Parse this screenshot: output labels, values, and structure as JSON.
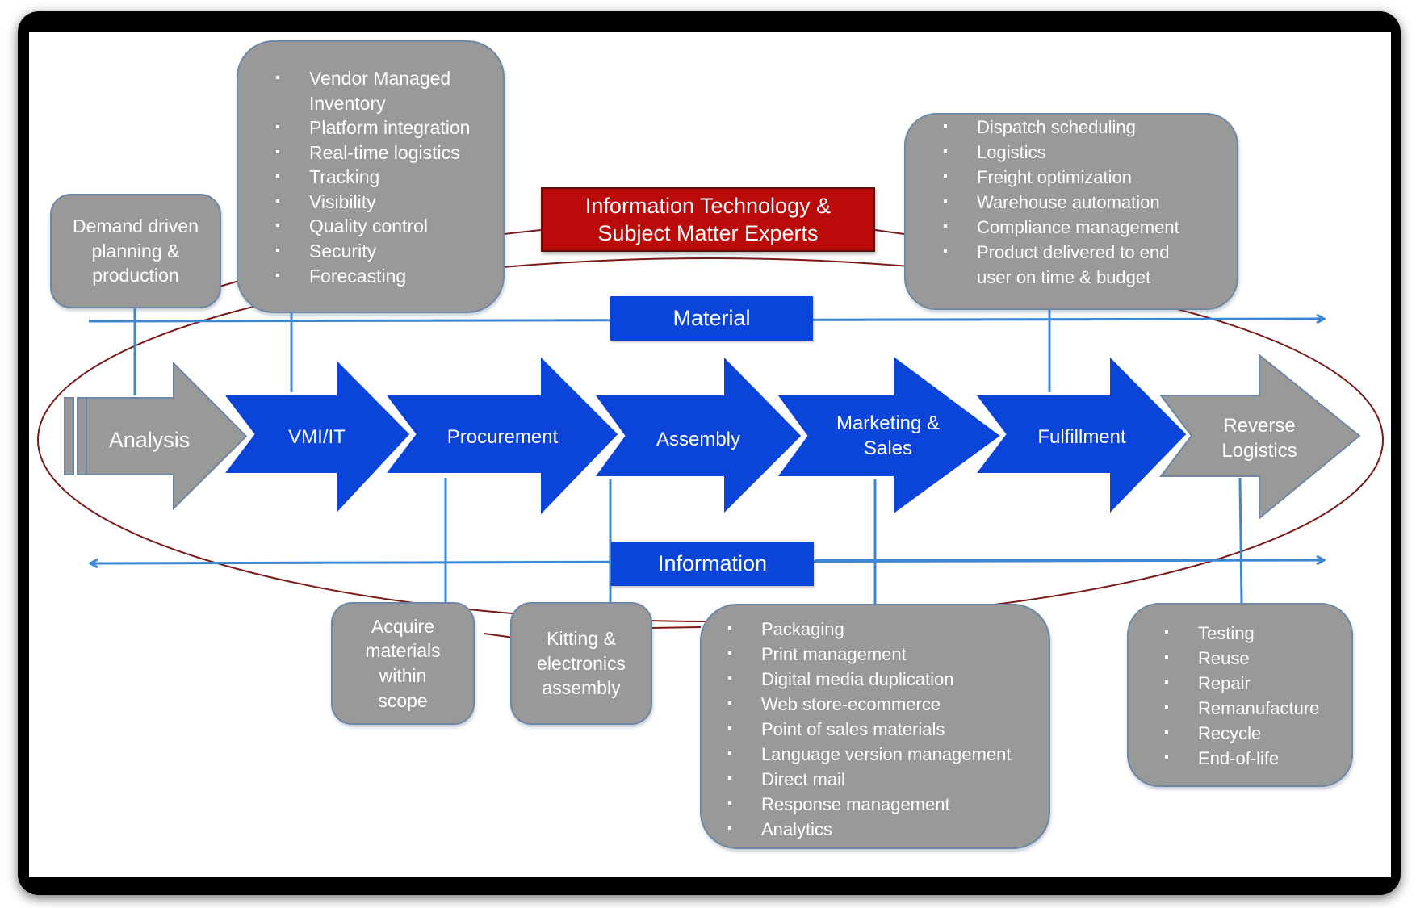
{
  "title_box": {
    "line1": "Information Technology &",
    "line2": "Subject Matter Experts",
    "color": "#bb0a0a"
  },
  "flows": {
    "material": "Material",
    "information": "Information",
    "color": "#0b44d8",
    "line_color": "#3b87d4"
  },
  "stages": [
    {
      "label": "Analysis",
      "color": "#999999"
    },
    {
      "label": "VMI/IT",
      "color": "#0b44d8"
    },
    {
      "label": "Procurement",
      "color": "#0b44d8"
    },
    {
      "label": "Assembly",
      "color": "#0b44d8"
    },
    {
      "label_line1": "Marketing &",
      "label_line2": "Sales",
      "color": "#0b44d8"
    },
    {
      "label": "Fulfillment",
      "color": "#0b44d8"
    },
    {
      "label_line1": "Reverse",
      "label_line2": "Logistics",
      "color": "#999999"
    }
  ],
  "boxes": {
    "demand": {
      "lines": [
        "Demand driven",
        "planning &",
        "production"
      ]
    },
    "vmi": {
      "items": [
        "Vendor Managed Inventory",
        "Platform integration",
        "Real-time logistics",
        "Tracking",
        "Visibility",
        "Quality control",
        "Security",
        "Forecasting"
      ]
    },
    "fulfillment": {
      "items": [
        "Dispatch scheduling",
        "Logistics",
        "Freight optimization",
        "Warehouse automation",
        "Compliance management",
        "Product delivered to end user on time & budget"
      ]
    },
    "procurement": {
      "lines": [
        "Acquire",
        "materials",
        "within",
        "scope"
      ]
    },
    "assembly": {
      "lines": [
        "Kitting &",
        "electronics",
        "assembly"
      ]
    },
    "marketing": {
      "items": [
        "Packaging",
        "Print management",
        "Digital media duplication",
        "Web store-ecommerce",
        "Point of sales materials",
        "Language version management",
        "Direct mail",
        "Response management",
        "Analytics"
      ]
    },
    "reverse": {
      "items": [
        "Testing",
        "Reuse",
        "Repair",
        "Remanufacture",
        "Recycle",
        "End-of-life"
      ]
    }
  },
  "box_color": "#999999",
  "ellipse_color": "#7a1a1a"
}
